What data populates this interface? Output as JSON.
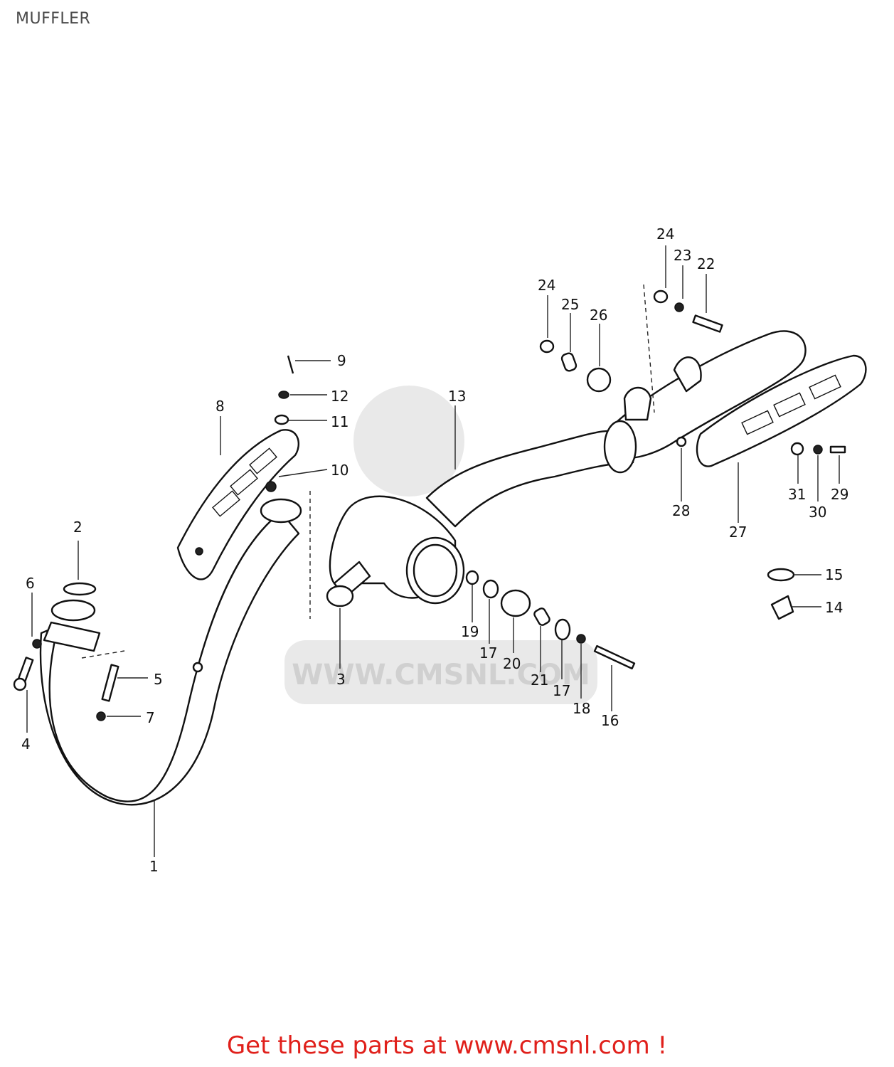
{
  "title": "MUFFLER",
  "watermark": "WWW.CMSNL.COM",
  "footer": "Get these parts at www.cmsnl.com !",
  "labels": [
    "1",
    "2",
    "3",
    "4",
    "5",
    "6",
    "7",
    "8",
    "9",
    "12",
    "11",
    "10",
    "13",
    "24",
    "23",
    "22",
    "24",
    "25",
    "26",
    "28",
    "27",
    "31",
    "30",
    "29",
    "15",
    "14",
    "19",
    "17",
    "20",
    "21",
    "17",
    "18",
    "16"
  ],
  "colors": {
    "footer": "#e0201b",
    "watermark": "#d0d0d0",
    "line": "#111111"
  }
}
